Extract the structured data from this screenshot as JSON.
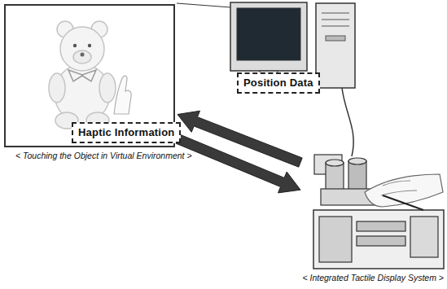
{
  "diagram": {
    "nodes": [
      {
        "text": [
          "< Touching the Object in Virtual Environment >"
        ]
      },
      {
        "text": [
          "Haptic Information"
        ],
        "in": 0
      },
      {
        "text": [
          "Position Data"
        ]
      },
      {
        "text": [
          "< Integrated Tactile Display System >"
        ]
      }
    ],
    "edges": [
      {
        "from": 3,
        "to": 0,
        "arrow": "to"
      },
      {
        "from": 0,
        "to": 3,
        "arrow": "to"
      }
    ]
  }
}
